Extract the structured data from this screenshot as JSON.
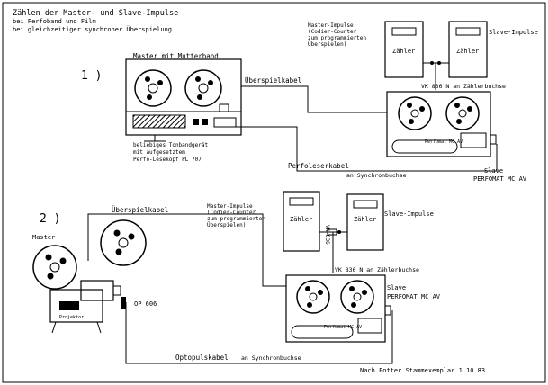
{
  "title": {
    "line1": "Zählen der Master- und Slave-Impulse",
    "line2": "bei Perfoband und Film",
    "line3": "bei gleichzeitiger synchroner Überspielung"
  },
  "section1": {
    "number": "1 )",
    "master_label": "Master mit Mutterband",
    "uebersp_label": "Überspielkabel",
    "counter_note": [
      "Master-Impulse",
      "(Codier-Counter",
      "zum programmierten",
      "Überspielen)"
    ],
    "zaehler_label": "Zähler",
    "slave_impulse": "Slave-Impulse",
    "vk_label": "VK 836 N an Zählerbuchse",
    "machine_brand": "Perfomat MC AV",
    "tonband_note": [
      "beliebiges Tonbandgerät",
      "mit aufgesetztem",
      "Perfo-Lesekopf PL 707"
    ],
    "perfo_kabel": "Perfoleserkabel",
    "synchron": "an Synchronbuchse",
    "slave_title": "Slave",
    "slave_model": "PERFOMAT MC AV"
  },
  "section2": {
    "number": "2 )",
    "uebersp_label": "Überspielkabel",
    "master_label": "Master",
    "counter_note": [
      "Master-Impulse",
      "(Codier-Counter",
      "zum programmierten",
      "Überspielen)"
    ],
    "zaehler_label": "Zähler",
    "vk_vertical": "VK 836",
    "slave_impulse": "Slave-Impulse",
    "vk_label": "VK 836 N an Zählerbuchse",
    "op_label": "OP 606",
    "projector_brand": "Projektor",
    "slave_title": "Slave",
    "slave_model": "PERFOMAT MC AV",
    "machine_brand": "Perfomat MC AV",
    "opto_kabel": "Optopulskabel",
    "synchron": "an Synchronbuchse",
    "footer": "Nach Potter Stammexemplar 1.10.83"
  }
}
